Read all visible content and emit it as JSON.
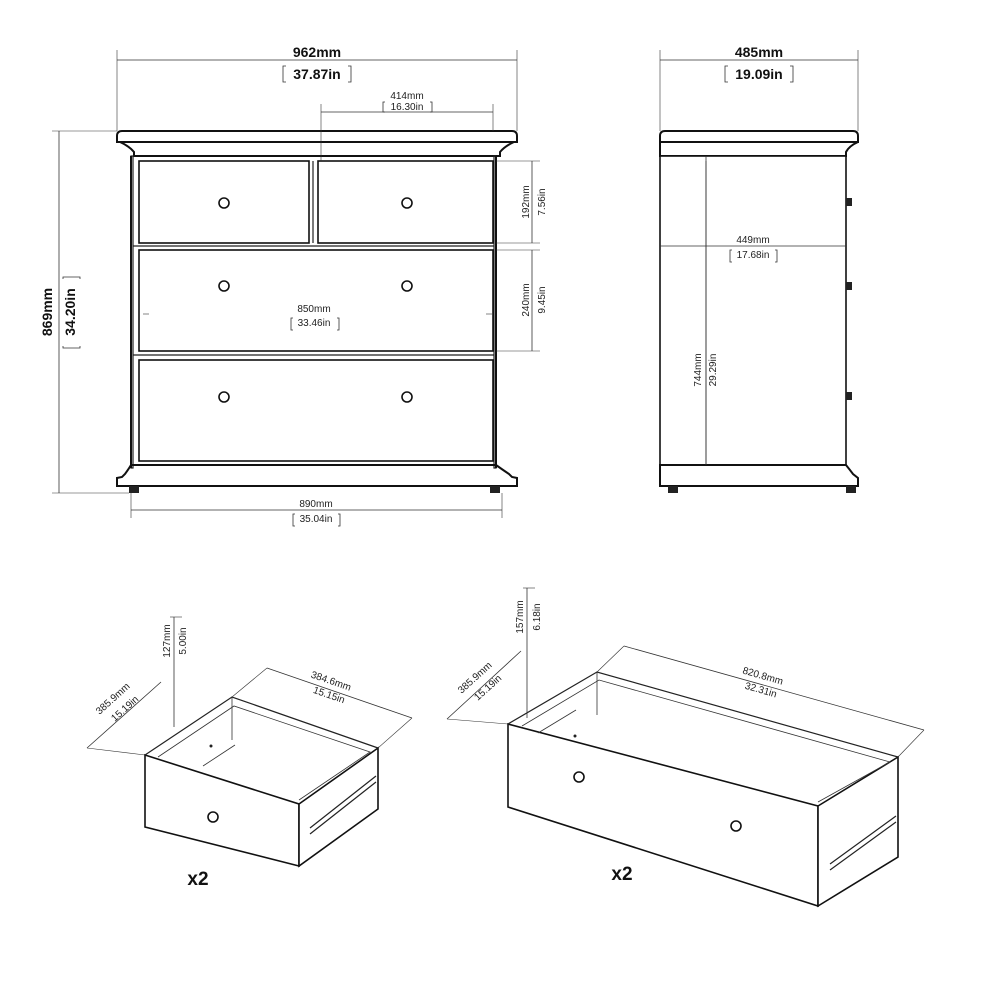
{
  "front": {
    "total_width_mm": "962mm",
    "total_width_in": "37.87in",
    "top_drawer_width_mm": "414mm",
    "top_drawer_width_in": "16.30in",
    "height_mm": "869mm",
    "height_in": "34.20in",
    "top_drawer_height_mm": "192mm",
    "top_drawer_height_in": "7.56in",
    "mid_drawer_height_mm": "240mm",
    "mid_drawer_height_in": "9.45in",
    "inner_width_mm": "850mm",
    "inner_width_in": "33.46in",
    "base_width_mm": "890mm",
    "base_width_in": "35.04in"
  },
  "side": {
    "depth_mm": "485mm",
    "depth_in": "19.09in",
    "inner_depth_mm": "449mm",
    "inner_depth_in": "17.68in",
    "inner_height_mm": "744mm",
    "inner_height_in": "29.29in"
  },
  "small_drawer": {
    "height_mm": "127mm",
    "height_in": "5.00in",
    "depth_mm": "385.9mm",
    "depth_in": "15.19in",
    "width_mm": "384.6mm",
    "width_in": "15.15in",
    "quantity": "x2"
  },
  "large_drawer": {
    "height_mm": "157mm",
    "height_in": "6.18in",
    "depth_mm": "385.9mm",
    "depth_in": "15.19in",
    "width_mm": "820.8mm",
    "width_in": "32.31in",
    "quantity": "x2"
  }
}
